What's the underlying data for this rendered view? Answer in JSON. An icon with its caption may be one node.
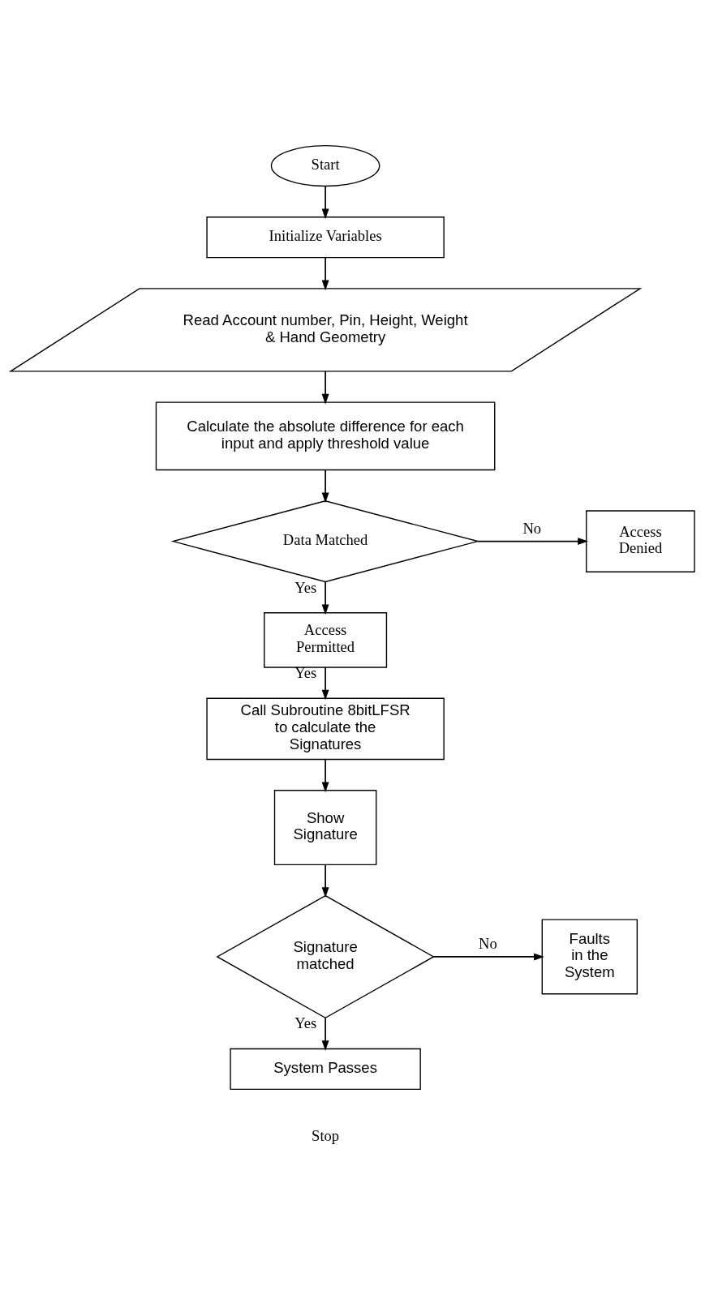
{
  "diagram": {
    "nodes": [
      {
        "text": [
          "Start"
        ]
      },
      {
        "text": [
          "Initialize Variables"
        ]
      },
      {
        "text": [
          "Read Account number, Pin, Height, Weight & Hand Geometry"
        ]
      },
      {
        "text": [
          "Calculate the absolute difference for each input and apply threshold value"
        ]
      },
      {
        "text": [
          "Data Matched"
        ]
      },
      {
        "text": [
          "Access Denied"
        ]
      },
      {
        "text": [
          "Access Permitted"
        ]
      },
      {
        "text": [
          "Call Subroutine 8bitLFSR to calculate the Signatures"
        ]
      },
      {
        "text": [
          "Show Signature"
        ]
      },
      {
        "text": [
          "Signature matched"
        ]
      },
      {
        "text": [
          "Faults in the System"
        ]
      },
      {
        "text": [
          "System Passes"
        ]
      }
    ],
    "edges": [
      {
        "from": 0,
        "to": 1,
        "arrow": "to"
      },
      {
        "from": 1,
        "to": 2,
        "arrow": "to"
      },
      {
        "from": 2,
        "to": 3,
        "arrow": "to"
      },
      {
        "from": 3,
        "to": 4,
        "arrow": "to"
      },
      {
        "from": 4,
        "to": 5,
        "arrow": "to",
        "label": "No"
      },
      {
        "from": 4,
        "to": 6,
        "arrow": "to",
        "label": "Yes"
      },
      {
        "from": 6,
        "to": 7,
        "arrow": "to",
        "label": "Yes"
      },
      {
        "from": 7,
        "to": 8,
        "arrow": "to"
      },
      {
        "from": 8,
        "to": 9,
        "arrow": "to"
      },
      {
        "from": 9,
        "to": 10,
        "arrow": "to",
        "label": "No"
      },
      {
        "from": 9,
        "to": 11,
        "arrow": "to",
        "label": "Yes"
      }
    ],
    "labels": [
      "Stop"
    ]
  }
}
